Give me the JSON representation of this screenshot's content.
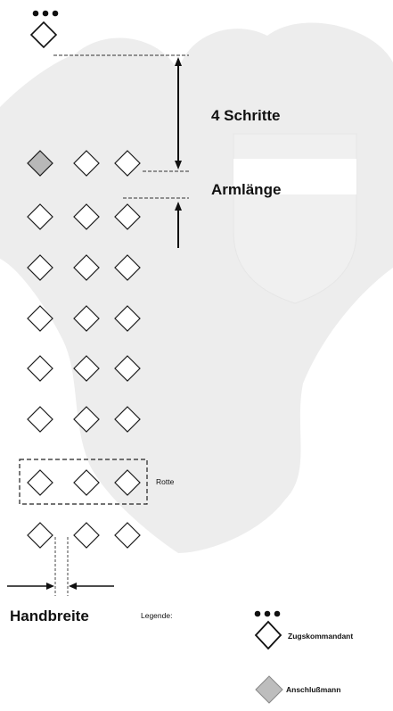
{
  "labels": {
    "step_distance": "4 Schritte",
    "arm_length": "Armlänge",
    "squad": "Rotte",
    "hand_width": "Handbreite",
    "legend_title": "Legende:"
  },
  "legend": {
    "items": [
      {
        "name": "Zugskommandant",
        "symbol": "diamond-with-three-dots"
      },
      {
        "name": "Anschlußmann",
        "symbol": "shaded-diamond"
      }
    ]
  },
  "formation": {
    "rows": 8,
    "columns": 3,
    "commander_dots": 3
  },
  "colors": {
    "watermark": "#ececec",
    "stroke": "#111111",
    "shaded": "#b8b8b8",
    "dashed": "#222222"
  }
}
